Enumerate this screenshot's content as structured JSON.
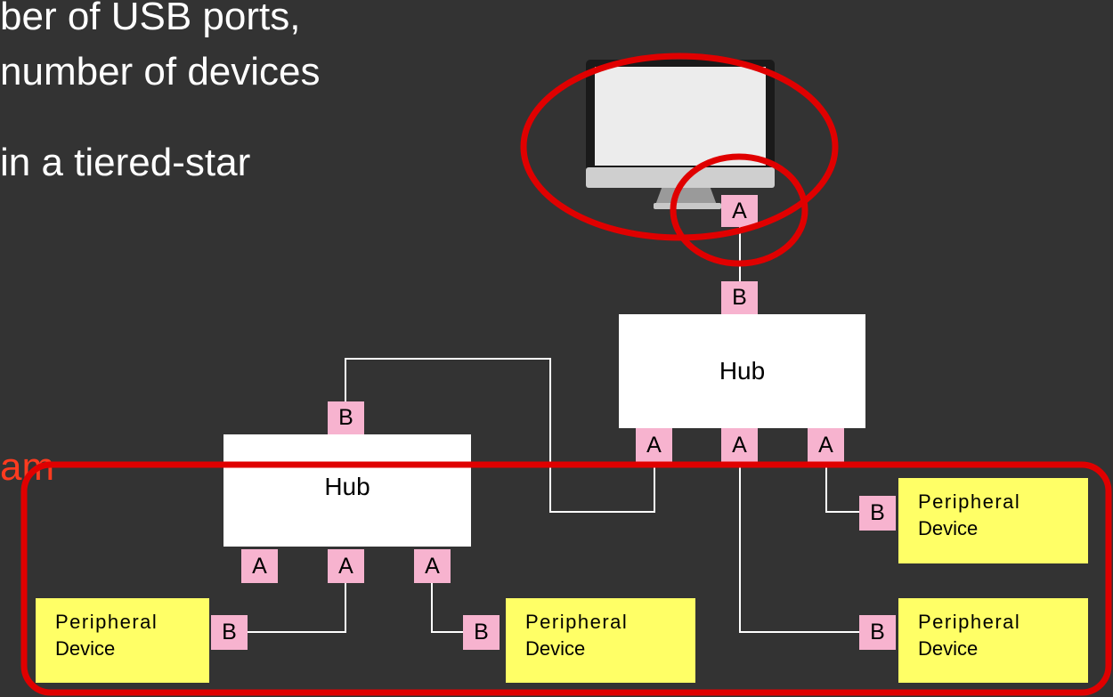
{
  "slide": {
    "text_lines": [
      "ber of USB ports,",
      "number of devices",
      "in a tiered-star",
      "am"
    ]
  },
  "diagram": {
    "top_hub_label": "Hub",
    "left_hub_label": "Hub",
    "port_a": "A",
    "port_b": "B",
    "device_line1": "Peripheral",
    "device_line2": "Device"
  },
  "colors": {
    "background": "#333333",
    "port": "#f7b3cf",
    "device": "#ffff66",
    "highlight": "#e00000",
    "accent_text": "#ff3b1f"
  }
}
